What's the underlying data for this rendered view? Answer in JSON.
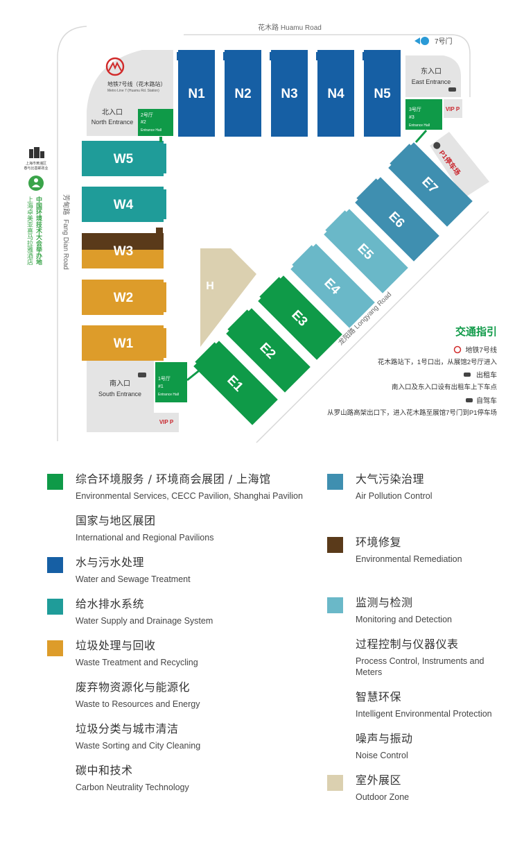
{
  "roads": {
    "huamu": "花木路 Huamu Road",
    "fangdian_zh": "芳甸路",
    "fangdian_en": "Fang Dian Road",
    "longyang": "龙阳路 Longyang Road"
  },
  "gate7": "7号门",
  "metro": {
    "line_zh": "地铁7号线（花木路站）",
    "line_en": "Metro Line 7 (Huamu Rd. Station)"
  },
  "entrances": {
    "north_zh": "北入口",
    "north_en": "North Entrance",
    "east_zh": "东入口",
    "east_en": "East Entrance",
    "south_zh": "南入口",
    "south_en": "South Entrance"
  },
  "halls_entrance": {
    "h2_zh": "2号厅",
    "h2_num": "#2",
    "h2_en": "Entrance Hall",
    "h3_zh": "3号厅",
    "h3_num": "#3",
    "h3_en": "Entrance Hall",
    "h1_zh": "1号厅",
    "h1_num": "#1",
    "h1_en": "Entrance Hall"
  },
  "vip_label": "VIP P",
  "p1_label": "P1停车场",
  "halls": {
    "north": [
      "N1",
      "N2",
      "N3",
      "N4",
      "N5"
    ],
    "west": [
      "W5",
      "W4",
      "W3",
      "W2",
      "W1"
    ],
    "east": [
      "E1",
      "E2",
      "E3",
      "E4",
      "E5",
      "E6",
      "E7"
    ],
    "outdoor": "H"
  },
  "side": {
    "small_line1": "上海市黄浦区",
    "small_line2": "春与比基邮政业",
    "vertical1": "中国环境技术大会举办地",
    "vertical2": "上海卓美亚喜马拉雅酒店"
  },
  "transport": {
    "title": "交通指引",
    "metro_title": "地铁7号线",
    "metro_desc": "花木路站下，1号口出，从展馆2号厅进入",
    "taxi_title": "出租车",
    "taxi_desc": "南入口及东入口设有出租车上下车点",
    "car_title": "自驾车",
    "car_desc": "从罗山路高架出口下，进入花木路至展馆7号门到P1停车场"
  },
  "colors": {
    "green": "#0f9a48",
    "dark_blue": "#165fa4",
    "teal": "#1f9c99",
    "orange": "#dd9c2a",
    "brown": "#5a3a1a",
    "steel_blue": "#3f8fb0",
    "light_blue": "#6ab8c8",
    "beige": "#dbd0b0",
    "gray": "#e4e4e4"
  },
  "legend": {
    "g1": [
      {
        "zh": "综合环境服务 / 环境商会展团 / 上海馆",
        "en": "Environmental Services, CECC Pavilion, Shanghai Pavilion"
      },
      {
        "zh": "国家与地区展团",
        "en": "International and Regional Pavilions"
      }
    ],
    "g2": [
      {
        "zh": "水与污水处理",
        "en": "Water and Sewage Treatment"
      }
    ],
    "g3": [
      {
        "zh": "给水排水系统",
        "en": "Water Supply and Drainage System"
      }
    ],
    "g4": [
      {
        "zh": "垃圾处理与回收",
        "en": "Waste Treatment and Recycling"
      },
      {
        "zh": "废弃物资源化与能源化",
        "en": "Waste to Resources and Energy"
      },
      {
        "zh": "垃圾分类与城市清洁",
        "en": "Waste Sorting and City Cleaning"
      },
      {
        "zh": "碳中和技术",
        "en": "Carbon Neutrality Technology"
      }
    ],
    "g5": [
      {
        "zh": "大气污染治理",
        "en": "Air Pollution Control"
      }
    ],
    "g6": [
      {
        "zh": "环境修复",
        "en": "Environmental Remediation"
      }
    ],
    "g7": [
      {
        "zh": "监测与检测",
        "en": "Monitoring and Detection"
      },
      {
        "zh": "过程控制与仪器仪表",
        "en": "Process Control, Instruments and Meters"
      },
      {
        "zh": "智慧环保",
        "en": "Intelligent Environmental Protection"
      },
      {
        "zh": "噪声与振动",
        "en": "Noise Control"
      }
    ],
    "g8": [
      {
        "zh": "室外展区",
        "en": "Outdoor Zone"
      }
    ]
  }
}
